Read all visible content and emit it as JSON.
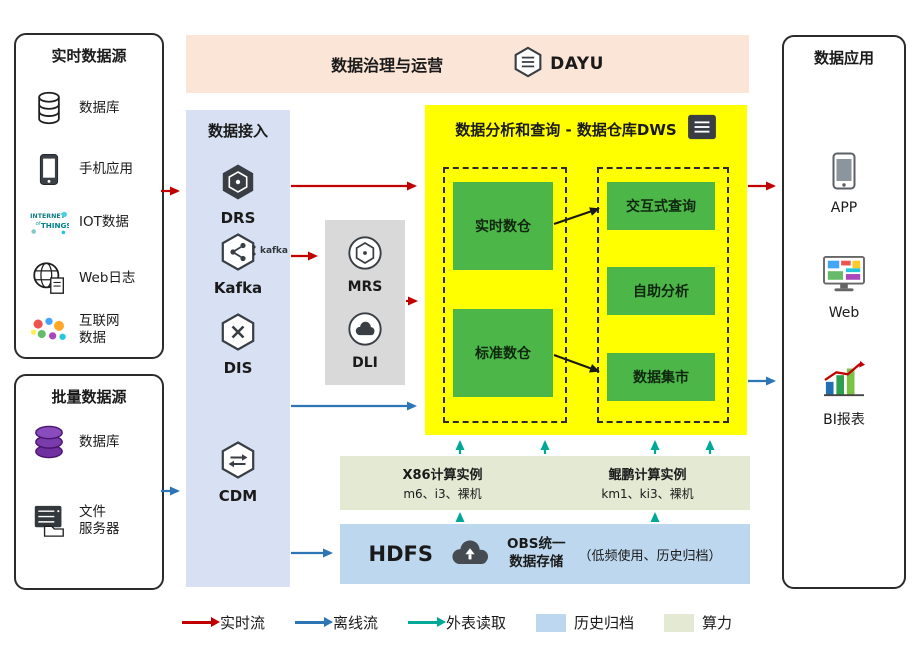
{
  "colors": {
    "realtime_flow": "#c00000",
    "offline_flow": "#2e75b6",
    "external_read": "#00a896",
    "history_archive": "#bdd7ee",
    "compute_power": "#e3e9d3",
    "dws_bg": "#ffff00",
    "module_green": "#4cb648",
    "ingestion_bg": "#d8e1f3",
    "governance_bg": "#fbe5d6",
    "processing_bg": "#d9d9d9"
  },
  "realtime_sources": {
    "title": "实时数据源",
    "items": [
      {
        "icon": "database-icon",
        "label": "数据库"
      },
      {
        "icon": "phone-icon",
        "label": "手机应用"
      },
      {
        "icon": "iot-icon",
        "label": "IOT数据"
      },
      {
        "icon": "web-log-icon",
        "label": "Web日志"
      },
      {
        "icon": "internet-data-icon",
        "label": "互联网\n数据"
      }
    ]
  },
  "batch_sources": {
    "title": "批量数据源",
    "items": [
      {
        "icon": "database-stack-icon",
        "label": "数据库"
      },
      {
        "icon": "file-server-icon",
        "label": "文件\n服务器"
      }
    ]
  },
  "governance": {
    "title": "数据治理与运营",
    "logo": "DAYU"
  },
  "ingestion": {
    "title": "数据接入",
    "services": [
      {
        "label": "DRS"
      },
      {
        "label": "Kafka",
        "badge": "kafka"
      },
      {
        "label": "DIS"
      },
      {
        "label": "CDM"
      }
    ]
  },
  "processing": {
    "services": [
      {
        "label": "MRS"
      },
      {
        "label": "DLI"
      }
    ]
  },
  "dws": {
    "title": "数据分析和查询 - 数据仓库DWS",
    "left_modules": [
      {
        "label": "实时数仓"
      },
      {
        "label": "标准数仓"
      }
    ],
    "right_modules": [
      {
        "label": "交互式查询"
      },
      {
        "label": "自助分析"
      },
      {
        "label": "数据集市"
      }
    ]
  },
  "compute": {
    "x86": {
      "title": "X86计算实例",
      "spec": "m6、i3、裸机"
    },
    "kunpeng": {
      "title": "鲲鹏计算实例",
      "spec": "km1、ki3、裸机"
    }
  },
  "storage": {
    "hdfs": "HDFS",
    "obs": "OBS统一\n数据存储",
    "note": "（低频使用、历史归档）"
  },
  "applications": {
    "title": "数据应用",
    "items": [
      {
        "icon": "app-phone-icon",
        "label": "APP"
      },
      {
        "icon": "web-browser-icon",
        "label": "Web"
      },
      {
        "icon": "bi-report-icon",
        "label": "BI报表"
      }
    ]
  },
  "legend": {
    "realtime": "实时流",
    "offline": "离线流",
    "external": "外表读取",
    "archive": "历史归档",
    "compute": "算力"
  }
}
